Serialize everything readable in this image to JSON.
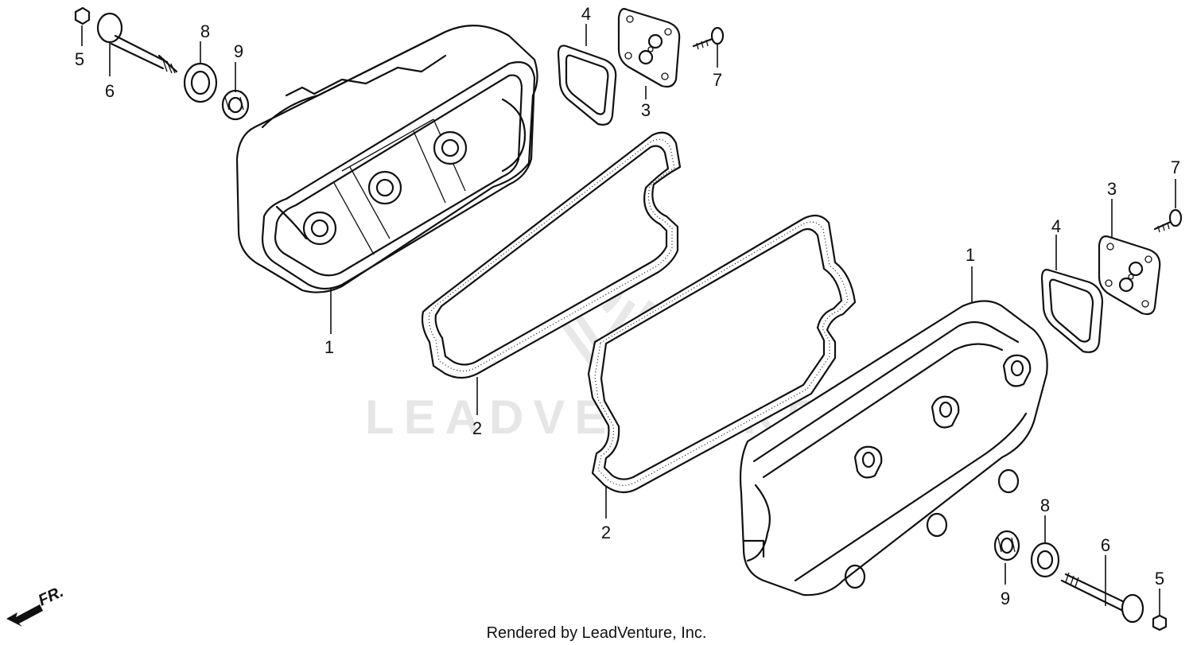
{
  "callouts": [
    {
      "id": "c5a",
      "text": "5"
    },
    {
      "id": "c6a",
      "text": "6"
    },
    {
      "id": "c8a",
      "text": "8"
    },
    {
      "id": "c9a",
      "text": "9"
    },
    {
      "id": "c4a",
      "text": "4"
    },
    {
      "id": "c3a",
      "text": "3"
    },
    {
      "id": "c7a",
      "text": "7"
    },
    {
      "id": "c1a",
      "text": "1"
    },
    {
      "id": "c2a",
      "text": "2"
    },
    {
      "id": "c2b",
      "text": "2"
    },
    {
      "id": "c1b",
      "text": "1"
    },
    {
      "id": "c4b",
      "text": "4"
    },
    {
      "id": "c3b",
      "text": "3"
    },
    {
      "id": "c7b",
      "text": "7"
    },
    {
      "id": "c8b",
      "text": "8"
    },
    {
      "id": "c6b",
      "text": "6"
    },
    {
      "id": "c9b",
      "text": "9"
    },
    {
      "id": "c5b",
      "text": "5"
    }
  ],
  "watermark": "LEADVENTURE",
  "direction_label": "FR.",
  "footer": "Rendered by LeadVenture, Inc."
}
